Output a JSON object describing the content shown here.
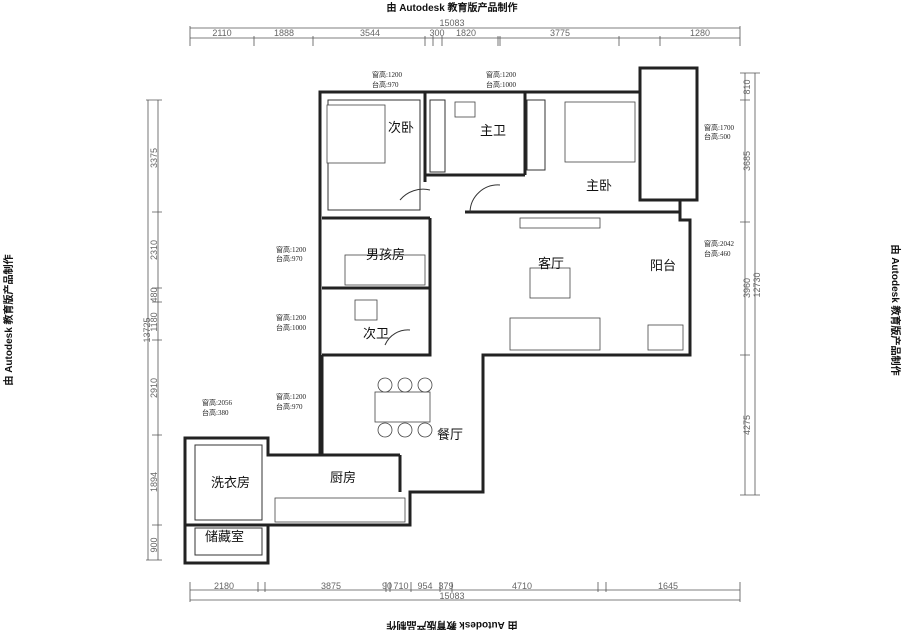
{
  "watermark": "由 Autodesk 教育版产品制作",
  "top_dims": {
    "total": "15083",
    "segments": [
      "2110",
      "1888",
      "3544",
      "300",
      "1820",
      "3775",
      "1280"
    ]
  },
  "bottom_dims": {
    "total": "15083",
    "segments": [
      "2180",
      "3875",
      "90",
      "710",
      "954",
      "379",
      "4710",
      "1645"
    ]
  },
  "left_dims": {
    "total": "13725",
    "segments": [
      "3375",
      "2310",
      "480",
      "1180",
      "2910",
      "1894",
      "900"
    ]
  },
  "right_dims": {
    "total": "12730",
    "segments": [
      "810",
      "3685",
      "3960",
      "4275"
    ]
  },
  "rooms": {
    "second_bedroom": "次卧",
    "master_bath": "主卫",
    "master_bedroom": "主卧",
    "boys_room": "男孩房",
    "living_room": "客厅",
    "balcony": "阳台",
    "second_bath": "次卫",
    "dining_room": "餐厅",
    "kitchen": "厨房",
    "laundry": "洗衣房",
    "storage": "储藏室"
  },
  "window_notes": [
    {
      "h": "窗高:1200",
      "s": "台高:970"
    },
    {
      "h": "窗高:1200",
      "s": "台高:1000"
    },
    {
      "h": "窗高:1700",
      "s": "台高:500"
    },
    {
      "h": "窗高:1200",
      "s": "台高:970"
    },
    {
      "h": "窗高:2042",
      "s": "台高:460"
    },
    {
      "h": "窗高:1200",
      "s": "台高:1000"
    },
    {
      "h": "窗高:2056",
      "s": "台高:380"
    },
    {
      "h": "窗高:1200",
      "s": "台高:970"
    }
  ]
}
